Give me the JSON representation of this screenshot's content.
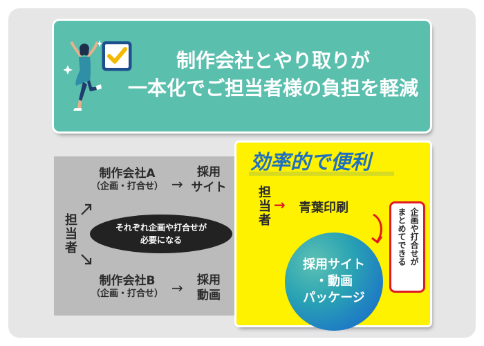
{
  "banner": {
    "line1": "制作会社とやり取りが",
    "line2": "一本化でご担当者様の負担を軽減",
    "colors": {
      "background": "#5bbfae",
      "text": "#ffffff",
      "check": "#f3b800"
    }
  },
  "left": {
    "company_a": {
      "name": "制作会社A",
      "note": "（企画・打合せ）"
    },
    "company_b": {
      "name": "制作会社B",
      "note": "（企画・打合せ）"
    },
    "target_a": [
      "採用",
      "サイト"
    ],
    "target_b": [
      "採用",
      "動画"
    ],
    "person": "担当者",
    "bubble": [
      "それぞれ企画や打合せが",
      "必要になる"
    ],
    "arrow": "→"
  },
  "right": {
    "title": "効率的で便利",
    "person": "担当者",
    "printer": "青葉印刷",
    "arrow": "→",
    "package": [
      "採用サイト",
      "・動画",
      "パッケージ"
    ],
    "callout": [
      "企画や打合せが",
      "まとめてできる"
    ],
    "colors": {
      "panel": "#fff200",
      "title": "#1f6fc0",
      "accent": "#e01a22"
    }
  }
}
